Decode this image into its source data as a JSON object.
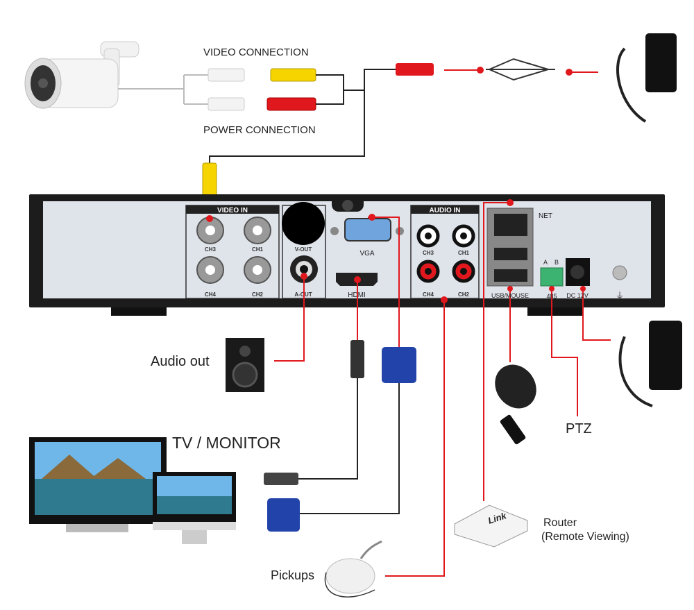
{
  "labels": {
    "video_connection": "VIDEO CONNECTION",
    "power_connection": "POWER CONNECTION",
    "audio_out": "Audio out",
    "tv_monitor": "TV / MONITOR",
    "ptz": "PTZ",
    "router": "Router",
    "router_sub": "(Remote Viewing)",
    "pickups": "Pickups"
  },
  "panel": {
    "video_in": "VIDEO IN",
    "ch3": "CH3",
    "ch1": "CH1",
    "ch4": "CH4",
    "ch2": "CH2",
    "v_out": "V-OUT",
    "a_out": "A-OUT",
    "vga": "VGA",
    "hdmi": "HDMI",
    "audio_in": "AUDIO IN",
    "net": "NET",
    "usb_mouse": "USB/MOUSE",
    "rs485_a": "A",
    "rs485_b": "B",
    "rs485": "485",
    "dc12v": "DC 12V",
    "router_brand": "Link"
  },
  "colors": {
    "wire": "#e0181d",
    "panel": "#dfe3ea",
    "chassis": "#1c1c1c"
  }
}
